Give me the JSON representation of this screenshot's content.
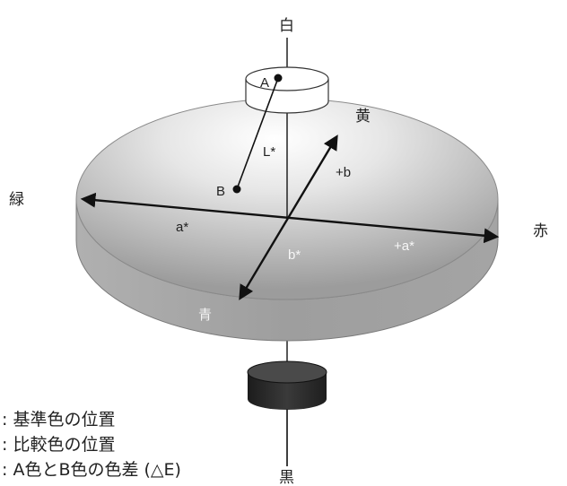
{
  "labels": {
    "white": "白",
    "black": "黒",
    "yellow": "黄",
    "green": "緑",
    "red": "赤",
    "blue": "青",
    "point_a": "A",
    "point_b": "B",
    "lightness_axis": "L*",
    "a_axis": "a*",
    "plus_a_axis": "+a*",
    "b_axis": "b*",
    "plus_b_axis": "+b"
  },
  "legend": [
    {
      "text": ": 基準色の位置"
    },
    {
      "text": ": 比較色の位置"
    },
    {
      "text": ": A色とB色の色差 (△E)"
    }
  ],
  "colors": {
    "disc_side": "#a8a8a8",
    "disc_top_light": "#f2f2f2",
    "black_cylinder": "#2a2a2a",
    "arrows": "#111111"
  }
}
